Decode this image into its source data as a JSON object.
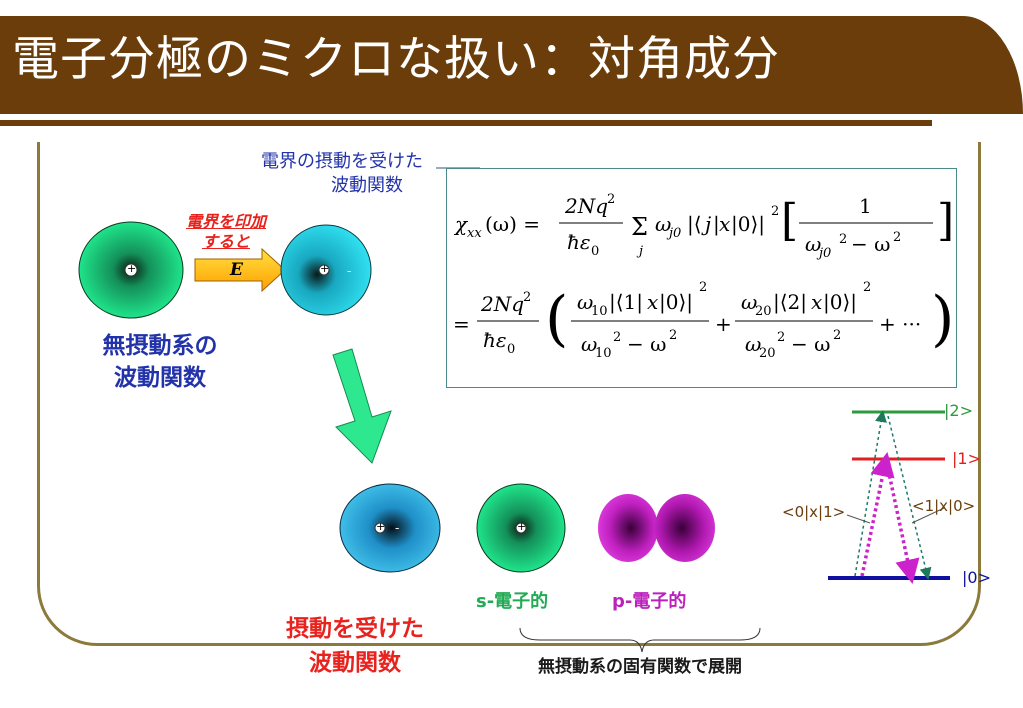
{
  "title": "電子分極のミクロな扱い：対角成分",
  "labels": {
    "perturbed_wavefunction_top_line1": "電界の摂動を受けた",
    "perturbed_wavefunction_top_line2": "波動関数",
    "apply_field_line1": "電界を印加",
    "apply_field_line2": "すると",
    "field_symbol": "E",
    "unperturbed_line1": "無摂動系の",
    "unperturbed_line2": "波動関数",
    "perturbed_bottom_line1": "摂動を受けた",
    "perturbed_bottom_line2": "波動関数",
    "s_like": "s-電子的",
    "p_like": "p-電子的",
    "expansion": "無摂動系の固有関数で展開",
    "charge_plus": "+",
    "charge_minus": "-"
  },
  "levels": {
    "state2": "|2>",
    "state1": "|1>",
    "state0": "|0>",
    "matrix_01": "<0|x|1>",
    "matrix_10": "<1|x|0>"
  },
  "colors": {
    "title_bg": "#6b3d0b",
    "frame": "#8b7a3a",
    "blue_label": "#2233aa",
    "red_label": "#e8231e",
    "green_label": "#22aa55",
    "magenta_label": "#bb22bb",
    "level2": "#2e9a3e",
    "level1": "#e02020",
    "level0": "#1010a0"
  }
}
